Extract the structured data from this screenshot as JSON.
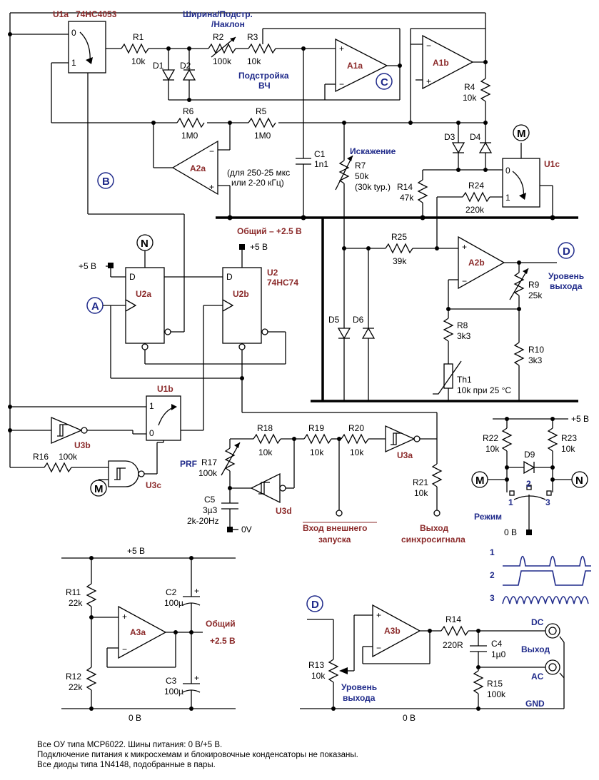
{
  "ics": {
    "u1a": "U1a",
    "u1a_part": "74HC4053",
    "u1b": "U1b",
    "u1c": "U1c",
    "u2": "U2",
    "u2_part": "74HC74",
    "u2a": "U2a",
    "u2b": "U2b",
    "u3a": "U3a",
    "u3b": "U3b",
    "u3c": "U3c",
    "u3d": "U3d",
    "a1a": "A1a",
    "a1b": "A1b",
    "a2a": "A2a",
    "a2b": "A2b",
    "a3a": "A3a",
    "a3b": "A3b"
  },
  "components": {
    "r1": "R1",
    "r1v": "10k",
    "r2": "R2",
    "r2v": "100k",
    "r3": "R3",
    "r3v": "10k",
    "r4": "R4",
    "r4v": "10k",
    "r5": "R5",
    "r5v": "1M0",
    "r6": "R6",
    "r6v": "1M0",
    "r7": "R7",
    "r7v": "50k",
    "r7v2": "(30k typ.)",
    "r8": "R8",
    "r8v": "3k3",
    "r9": "R9",
    "r9v": "25k",
    "r10": "R10",
    "r10v": "3k3",
    "r11": "R11",
    "r11v": "22k",
    "r12": "R12",
    "r12v": "22k",
    "r13": "R13",
    "r13v": "10k",
    "r14": "R14",
    "r14v": "47k",
    "r14b": "R14",
    "r14bv": "220R",
    "r15": "R15",
    "r15v": "100k",
    "r16": "R16",
    "r16v": "100k",
    "r17": "R17",
    "r17v": "100k",
    "r18": "R18",
    "r18v": "10k",
    "r19": "R19",
    "r19v": "10k",
    "r20": "R20",
    "r20v": "10k",
    "r21": "R21",
    "r21v": "10k",
    "r22": "R22",
    "r22v": "10k",
    "r23": "R23",
    "r23v": "10k",
    "r24": "R24",
    "r24v": "220k",
    "r25": "R25",
    "r25v": "39k",
    "c1": "C1",
    "c1v": "1n1",
    "c2": "C2",
    "c2v": "100µ",
    "c3": "C3",
    "c3v": "100µ",
    "c4": "C4",
    "c4v": "1µ0",
    "c5": "C5",
    "c5v": "3µ3",
    "c5v2": "2k-20Hz",
    "th1": "Th1",
    "th1v": "10k при 25 °C",
    "d1": "D1",
    "d2": "D2",
    "d3": "D3",
    "d4": "D4",
    "d5": "D5",
    "d6": "D6",
    "d9": "D9"
  },
  "labels": {
    "width_line1": "Ширина/Подстр.",
    "width_line2": "/Наклон",
    "hf_line1": "Подстройка",
    "hf_line2": "ВЧ",
    "distortion": "Искажение",
    "range_line1": "(для 250-25 мкс",
    "range_line2": "или 2-20 кГц)",
    "common_bus": "Общий – +2.5 В",
    "plus5_a": "+5 В",
    "plus5_b": "+5 В",
    "plus5_c": "+5 В",
    "plus5_d": "+5 В",
    "zero_v_a": "0V",
    "zero_v_b": "0 В",
    "zero_v_c": "0 В",
    "zero_v_d": "0 В",
    "prf": "PRF",
    "ext_trig_line1": "Вход внешнего",
    "ext_trig_line2": "запуска",
    "sync_line1": "Выход",
    "sync_line2": "синхросигнала",
    "level_line1": "Уровень",
    "level_line2": "выхода",
    "level2_line1": "Уровень",
    "level2_line2": "выхода",
    "mode": "Режим",
    "common2_line1": "Общий",
    "common2_line2": "+2.5 В",
    "dc": "DC",
    "ac": "AC",
    "gnd": "GND",
    "output": "Выход",
    "pin0a": "0",
    "pin1a": "1",
    "pin0b": "0",
    "pin1b": "1",
    "pin0c": "0",
    "pin1c": "1",
    "sw1": "1",
    "sw2": "2",
    "sw3": "3",
    "d_pin_a": "D",
    "d_pin_b": "D"
  },
  "nodes": {
    "a": "A",
    "b": "B",
    "c": "C",
    "d1": "D",
    "d2": "D",
    "n1": "N",
    "n2": "N",
    "m1": "M",
    "m2": "M",
    "m3": "M"
  },
  "legend_waves": {
    "w1": "1",
    "w2": "2",
    "w3": "3"
  },
  "notes": {
    "line1": "Все ОУ типа MCP6022. Шины питания: 0 В/+5 В.",
    "line2": "Подключение питания к микросхемам и блокировочные конденсаторы не показаны.",
    "line3": "Все диоды типа 1N4148, подобранные в пары."
  },
  "colors": {
    "ic_label": "#7a2c2c",
    "node_label": "#1f2a8a"
  }
}
